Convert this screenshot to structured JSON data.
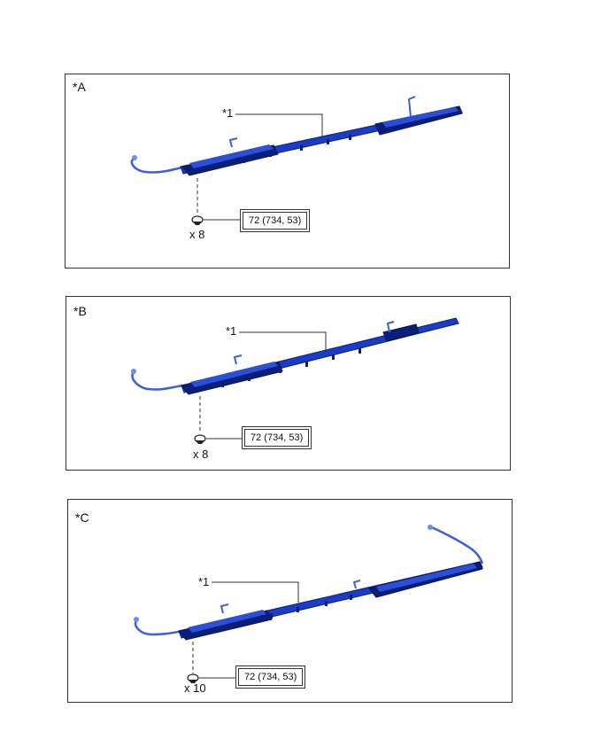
{
  "panels": [
    {
      "label": "*A",
      "callout": "*1",
      "torque": "72 (734, 53)",
      "quantity": "x 8"
    },
    {
      "label": "*B",
      "callout": "*1",
      "torque": "72 (734, 53)",
      "quantity": "x 8"
    },
    {
      "label": "*C",
      "callout": "*1",
      "torque": "72 (734, 53)",
      "quantity": "x 10"
    }
  ],
  "colors": {
    "part_fill": "#1a3cc8",
    "part_dark": "#0b1f7a",
    "part_light": "#4a72ee",
    "line": "#333333"
  }
}
